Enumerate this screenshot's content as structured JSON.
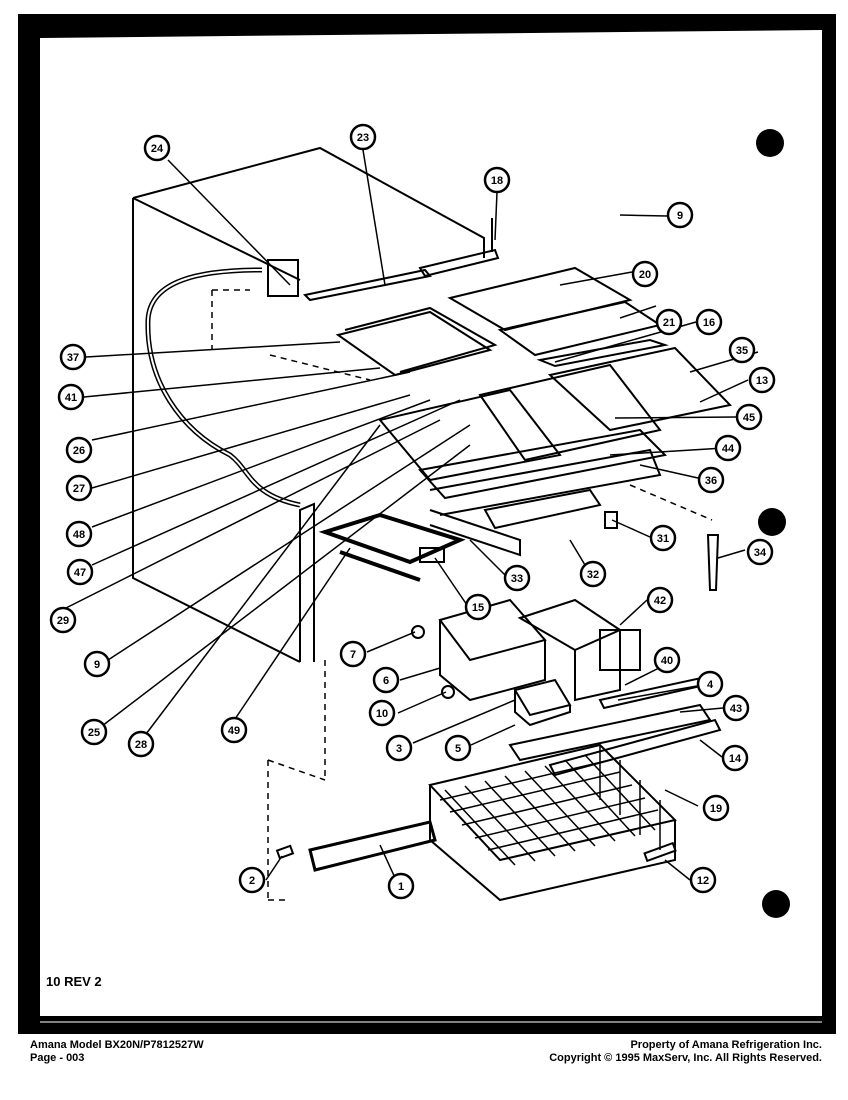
{
  "diagram": {
    "revision": "10 REV 2",
    "callouts": [
      "24",
      "23",
      "18",
      "9",
      "20",
      "21",
      "16",
      "35",
      "13",
      "37",
      "41",
      "26",
      "27",
      "48",
      "47",
      "29",
      "45",
      "44",
      "36",
      "31",
      "34",
      "32",
      "33",
      "15",
      "42",
      "40",
      "4",
      "43",
      "7",
      "6",
      "10",
      "3",
      "5",
      "14",
      "19",
      "2",
      "1",
      "12",
      "9",
      "25",
      "28",
      "49"
    ]
  },
  "footer": {
    "model": "Amana Model BX20N/P7812527W",
    "page": "Page - 003",
    "property": "Property of Amana Refrigeration Inc.",
    "copyright": "Copyright © 1995 MaxServ, Inc.  All Rights Reserved."
  }
}
